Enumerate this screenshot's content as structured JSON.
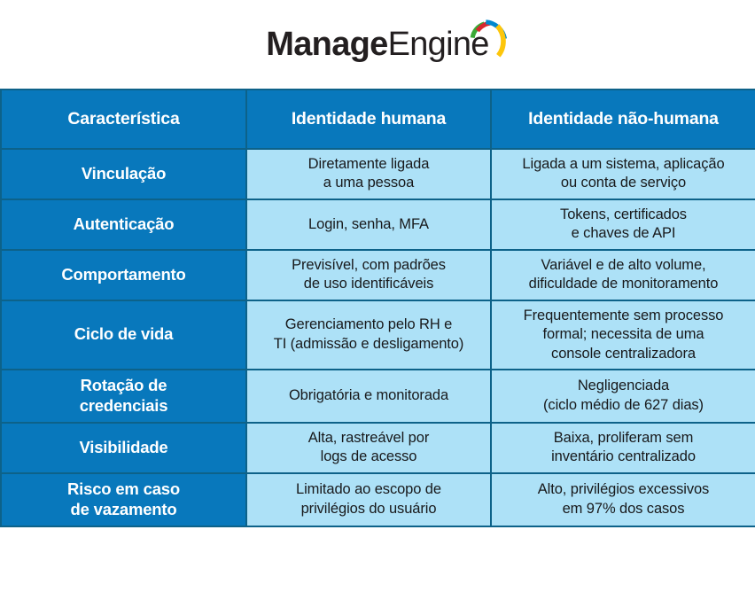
{
  "logo": {
    "name": "manageengine-logo",
    "text_bold": "Manage",
    "text_regular": "Engine",
    "arc_colors": {
      "green": "#3aa935",
      "red": "#d7282f",
      "blue": "#0087cd",
      "yellow": "#fdc60b"
    }
  },
  "theme": {
    "header_blue": "#0878BC",
    "feature_blue": "#0878BC",
    "value_light_blue": "#ADE1F7",
    "border": "#0D6289",
    "header_text": "#FFFFFF",
    "body_text": "#18191B"
  },
  "table": {
    "name": "identity-comparison-table",
    "columns": [
      {
        "key": "feature",
        "label": "Característica"
      },
      {
        "key": "human",
        "label": "Identidade humana"
      },
      {
        "key": "nonhuman",
        "label": "Identidade não-humana"
      }
    ],
    "rows": [
      {
        "feature": [
          "Vinculação"
        ],
        "human": [
          "Diretamente ligada",
          "a uma pessoa"
        ],
        "nonhuman": [
          "Ligada a um sistema, aplicação",
          "ou conta de serviço"
        ]
      },
      {
        "feature": [
          "Autenticação"
        ],
        "human": [
          "Login, senha, MFA"
        ],
        "nonhuman": [
          "Tokens, certificados",
          "e chaves de API"
        ]
      },
      {
        "feature": [
          "Comportamento"
        ],
        "human": [
          "Previsível, com padrões",
          "de uso identificáveis"
        ],
        "nonhuman": [
          "Variável e de alto volume,",
          "dificuldade de monitoramento"
        ]
      },
      {
        "feature": [
          "Ciclo de vida"
        ],
        "human": [
          "Gerenciamento pelo RH e",
          "TI (admissão e desligamento)"
        ],
        "nonhuman": [
          "Frequentemente sem processo",
          "formal; necessita de uma",
          "console centralizadora"
        ]
      },
      {
        "feature": [
          "Rotação de",
          "credenciais"
        ],
        "human": [
          "Obrigatória e monitorada"
        ],
        "nonhuman": [
          "Negligenciada",
          "(ciclo médio de 627 dias)"
        ]
      },
      {
        "feature": [
          "Visibilidade"
        ],
        "human": [
          "Alta, rastreável por",
          "logs de acesso"
        ],
        "nonhuman": [
          "Baixa, proliferam sem",
          "inventário centralizado"
        ]
      },
      {
        "feature": [
          "Risco em caso",
          "de vazamento"
        ],
        "human": [
          "Limitado ao escopo de",
          "privilégios do usuário"
        ],
        "nonhuman": [
          "Alto, privilégios excessivos",
          "em 97% dos casos"
        ]
      }
    ]
  }
}
